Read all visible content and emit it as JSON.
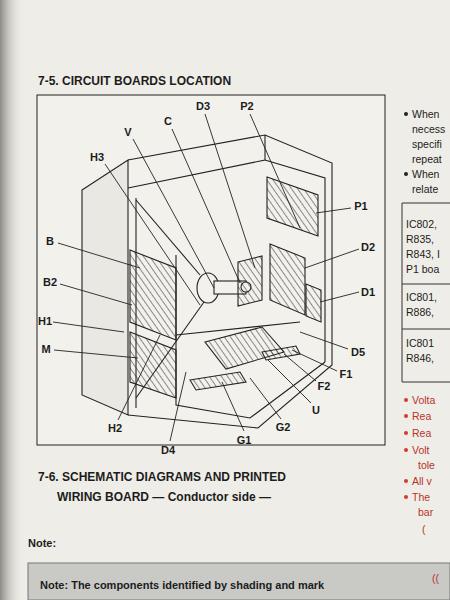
{
  "diagram": {
    "title": "7-5. CIRCUIT BOARDS LOCATION",
    "labels": [
      "D3",
      "P2",
      "C",
      "V",
      "H3",
      "B",
      "B2",
      "H1",
      "M",
      "H2",
      "D4",
      "G1",
      "G2",
      "U",
      "F2",
      "F1",
      "D5",
      "D1",
      "D2",
      "P1",
      "When",
      "necess",
      "specifi",
      "repeat",
      "When",
      "relate",
      "IC802,",
      "R835,",
      "R843, I",
      "P1 boa",
      "IC801,",
      "R886,",
      "IC801",
      "R846,",
      "Volta",
      "Rea",
      "Rea",
      "Volt",
      "tole",
      "All v",
      "The",
      "bar",
      "(",
      "((",
      "7-6. SCHEMATIC DIAGRAMS AND PRINTED",
      "WIRING BOARD — Conductor side —",
      "Note:",
      "Note: The components identified by shading and mark"
    ]
  }
}
